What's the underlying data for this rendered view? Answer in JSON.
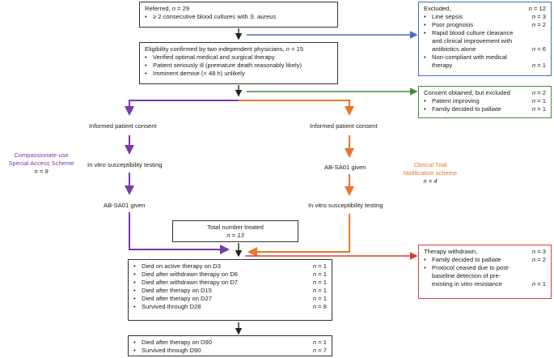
{
  "referred": {
    "label": "Referred, ",
    "n": "n = 29",
    "criteria_prefix": "≥ 2 consecutive blood cultures with ",
    "criteria_organism": "S. aureus"
  },
  "excluded1": {
    "title": "Excluded,",
    "n": "n = 12",
    "items": [
      {
        "text": "Line sepsis",
        "n": "n = 3"
      },
      {
        "text": "Poor prognosis",
        "n": "n = 2"
      },
      {
        "text": "Rapid blood culture clearance and clinical improvement with antibiotics alone",
        "n": "n = 6"
      },
      {
        "text": "Non-compliant with medical therapy",
        "n": "n = 1"
      }
    ]
  },
  "eligibility": {
    "title": "Eligibility confirmed by two independent physicians, ",
    "n": "n = 15",
    "items": [
      "Verified optimal medical and surgical therapy",
      "Patient seriously ill (premature death reasonably likely)",
      "Imminent demise (< 48 h) unlikely"
    ]
  },
  "consent_excluded": {
    "title": "Consent obtained, but excluded",
    "n": "n = 2",
    "items": [
      {
        "text": "Patient improving",
        "n": "n = 1"
      },
      {
        "text": "Family decided to palliate",
        "n": "n = 1"
      }
    ]
  },
  "left_path": {
    "consent": "Informed patient consent",
    "testing": "In vitro susceptibility testing",
    "given": "AB-SA01 given"
  },
  "right_path": {
    "consent": "Informed patient consent",
    "given": "AB-SA01 given",
    "testing": "In vitro susceptibility testing"
  },
  "compassionate": {
    "line1": "Compassionate-use",
    "line2": "Special Access Scheme",
    "n": "n = 9"
  },
  "clinical_trial": {
    "line1": "Clinical Trial",
    "line2": "Notification scheme",
    "n": "n = 4"
  },
  "total": {
    "label": "Total number treated",
    "n": "n = 13"
  },
  "withdrawn": {
    "title": "Therapy withdrawn,",
    "n": "n = 3",
    "items": [
      {
        "text": "Family decided to palliate",
        "n": "n = 2"
      },
      {
        "text": "Protocol ceased due to post-baseline detection of pre-existing in vitro resistance",
        "n": "n = 1"
      }
    ]
  },
  "outcomes28": [
    {
      "text": "Died on active therapy on D3",
      "n": "n = 1"
    },
    {
      "text": "Died after withdrawn therapy on D6",
      "n": "n = 1"
    },
    {
      "text": "Died after withdrawn therapy on D7",
      "n": "n = 1"
    },
    {
      "text": "Died after therapy on D15",
      "n": "n = 1"
    },
    {
      "text": "Died after therapy on D27",
      "n": "n = 1"
    },
    {
      "text": "Survived through D28",
      "n": "n = 8"
    }
  ],
  "outcomes90": [
    {
      "text": "Died after therapy on D90",
      "n": "n = 1"
    },
    {
      "text": "Survived through D90",
      "n": "n = 7"
    }
  ],
  "colors": {
    "blue": "#3d6fc9",
    "green": "#3f8f3a",
    "purple": "#7a3aa8",
    "orange": "#e8762c",
    "red": "#e03a2f",
    "black": "#222222"
  }
}
